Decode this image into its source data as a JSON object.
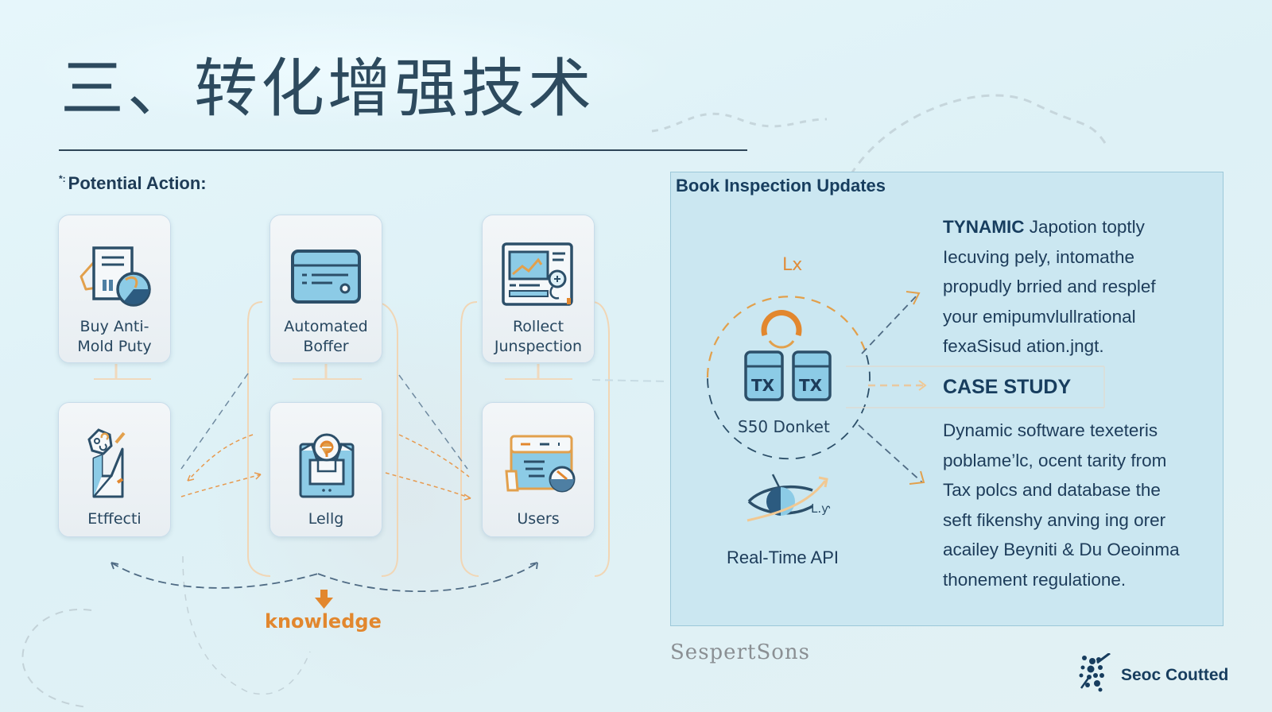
{
  "slide": {
    "title": "三、转化增强技术",
    "section_label": "Potential Action:",
    "section_marker": "*:"
  },
  "actions": [
    {
      "label": "Buy Anti-\nMold Puty",
      "line1": "Buy Anti-",
      "line2": "Mold Puty",
      "icon": "document-chart-icon"
    },
    {
      "label": "Automated Boffer",
      "line1": "Automated",
      "line2": "Boffer",
      "icon": "credit-card-icon"
    },
    {
      "label": "Rollect Junspection",
      "line1": "Rollect",
      "line2": "Junspection",
      "icon": "monitor-chart-icon"
    },
    {
      "label": "Etffecti",
      "line1": "Etffecti",
      "icon": "person-gear-icon"
    },
    {
      "label": "Lellg",
      "line1": "Lellg",
      "icon": "tablet-badge-icon"
    },
    {
      "label": "Users",
      "line1": "Users",
      "icon": "browser-window-icon"
    }
  ],
  "flow": {
    "knowledge_label": "knowledge"
  },
  "panel": {
    "title": "Book Inspection Updates",
    "hub": {
      "top_label": "Lx",
      "tx_labels": [
        "TX",
        "TX"
      ],
      "caption": "S50 Donket"
    },
    "api": {
      "badge": "L.ƴ",
      "caption": "Real-Time API"
    },
    "intro": {
      "bold": "TYNAMIC",
      "lines": [
        " Japotion toptly",
        "Iecuving pely, intomathe",
        "propudly brried and resplef",
        "your emipumvlullrational",
        "fexaSisud ation.jngt."
      ]
    },
    "case_study": {
      "heading": "CASE STUDY",
      "lines": [
        "Dynamic software texeteris",
        "poblame’lc, ocent tarity from",
        "Tax polcs and database the",
        "seft fikenshy anving ing orer",
        "acailey Beyniti & Du Oeoinma",
        "thonement regulatione."
      ]
    }
  },
  "footer": {
    "left_brand": "SespertSons",
    "right_brand": "Seoc Coutted"
  },
  "colors": {
    "navy": "#1d3c5a",
    "orange": "#e2872e",
    "light_blue": "#8ccbe6",
    "panel_bg": "#cbe7f1"
  }
}
